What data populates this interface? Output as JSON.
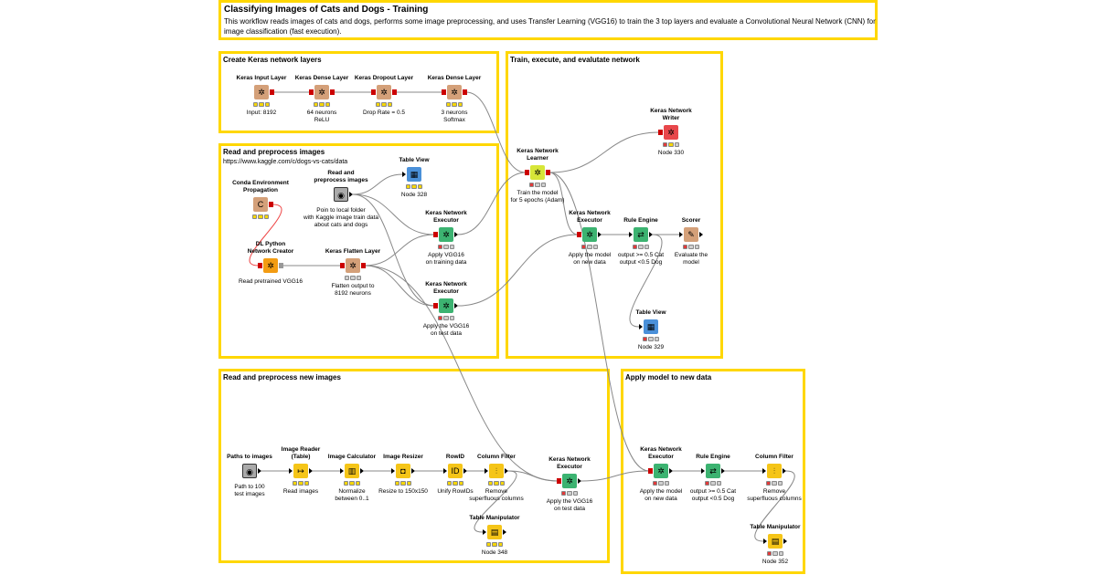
{
  "header": {
    "title": "Classifying Images of Cats and Dogs - Training",
    "description": "This workflow reads images of cats and dogs, performs some image preprocessing, and uses Transfer Learning (VGG16) to train the 3 top layers and evaluate a Convolutional Neural Network (CNN) for image classification (fast execution)."
  },
  "sections": {
    "create_layers": "Create Keras network layers",
    "read_preprocess": "Read and preprocess images",
    "read_preprocess_url": "https://www.kaggle.com/c/dogs-vs-cats/data",
    "train": "Train, execute, and evalutate network",
    "read_new": "Read and preprocess new images",
    "apply_model": "Apply model to new data"
  },
  "colors": {
    "annotation_border": "#ffd700",
    "keras_layer": "#d4a079",
    "learner": "#d7e638",
    "executor": "#3cb371",
    "writer": "#e8474b",
    "table_view": "#4a90d9",
    "source": "#aaaaaa",
    "manipulator": "#f5c518",
    "python_creator": "#f39c12",
    "conda": "#d4a079",
    "port_red": "#cc0000"
  },
  "nodes": [
    {
      "id": "input_layer",
      "title": "Keras Input Layer",
      "caption": "Input: 8192",
      "icon": "keras-icon",
      "kind": "keras_layer",
      "status": [
        "yellow",
        "yellow",
        "yellow"
      ],
      "in": "none",
      "out": "red"
    },
    {
      "id": "dense1",
      "title": "Keras Dense Layer",
      "caption": "64 neurons\nReLU",
      "icon": "keras-icon",
      "kind": "keras_layer",
      "status": [
        "yellow",
        "yellow",
        "yellow"
      ],
      "in": "red",
      "out": "red"
    },
    {
      "id": "dropout",
      "title": "Keras Dropout Layer",
      "caption": "Drop Rate = 0.5",
      "icon": "keras-icon",
      "kind": "keras_layer",
      "status": [
        "yellow",
        "yellow",
        "yellow"
      ],
      "in": "red",
      "out": "red"
    },
    {
      "id": "dense2",
      "title": "Keras Dense Layer",
      "caption": "3 neurons\nSoftmax",
      "icon": "keras-icon",
      "kind": "keras_layer",
      "status": [
        "yellow",
        "yellow",
        "yellow"
      ],
      "in": "red",
      "out": "red"
    },
    {
      "id": "conda",
      "title": "Conda Environment\nPropagation",
      "caption": "",
      "icon": "conda-icon",
      "kind": "conda",
      "status": [
        "yellow",
        "yellow",
        "yellow"
      ],
      "in": "none",
      "out": "red"
    },
    {
      "id": "read_pre",
      "title": "Read and\npreprocess images",
      "caption": "Poin to local folder\nwith Kaggle image train data\nabout cats and dogs",
      "icon": "metanode-icon",
      "kind": "source",
      "status": [],
      "in": "none",
      "out": "tri"
    },
    {
      "id": "table328",
      "title": "Table View",
      "caption": "Node 328",
      "icon": "table-icon",
      "kind": "table_view",
      "status": [
        "yellow",
        "yellow",
        "yellow"
      ],
      "in": "tri",
      "out": "none"
    },
    {
      "id": "dl_python",
      "title": "DL Python\nNetwork Creator",
      "caption": "Read pretrained VGG16",
      "icon": "keras-icon",
      "kind": "python_creator",
      "status": [],
      "in": "red",
      "out": "gray"
    },
    {
      "id": "flatten",
      "title": "Keras Flatten Layer",
      "caption": "Flatten output to\n8192 neurons",
      "icon": "keras-icon",
      "kind": "keras_layer",
      "status": [
        "gray",
        "gray",
        "gray"
      ],
      "in": "red",
      "out": "red"
    },
    {
      "id": "exec_train",
      "title": "Keras Network\nExecutor",
      "caption": "Apply VGG16\non training data",
      "icon": "keras-icon",
      "kind": "executor",
      "status": [
        "red",
        "gray",
        "gray"
      ],
      "in": "red",
      "out": "tri"
    },
    {
      "id": "exec_test",
      "title": "Keras Network\nExecutor",
      "caption": "Apply the VGG16\non test data",
      "icon": "keras-icon",
      "kind": "executor",
      "status": [
        "red",
        "gray",
        "gray"
      ],
      "in": "red",
      "out": "tri"
    },
    {
      "id": "learner",
      "title": "Keras Network\nLearner",
      "caption": "Train the model\nfor 5 epochs (Adam)",
      "icon": "keras-icon",
      "kind": "learner",
      "status": [
        "red",
        "gray",
        "gray"
      ],
      "in": "red",
      "out": "red"
    },
    {
      "id": "writer",
      "title": "Keras Network\nWriter",
      "caption": "Node 330",
      "icon": "keras-icon",
      "kind": "writer",
      "status": [
        "red",
        "yellow",
        "gray"
      ],
      "in": "red",
      "out": "none"
    },
    {
      "id": "exec_new1",
      "title": "Keras Network\nExecutor",
      "caption": "Apply the model\non new data",
      "icon": "keras-icon",
      "kind": "executor",
      "status": [
        "red",
        "gray",
        "gray"
      ],
      "in": "red",
      "out": "tri"
    },
    {
      "id": "rule1",
      "title": "Rule Engine",
      "caption": "output >= 0.5 Cat\noutput <0.5 Dog",
      "icon": "rule-icon",
      "kind": "executor",
      "status": [
        "red",
        "gray",
        "gray"
      ],
      "in": "tri",
      "out": "tri"
    },
    {
      "id": "scorer",
      "title": "Scorer",
      "caption": "Evaluate the\nmodel",
      "icon": "scorer-icon",
      "kind": "keras_layer",
      "status": [
        "red",
        "gray",
        "gray"
      ],
      "in": "tri",
      "out": "tri"
    },
    {
      "id": "table329",
      "title": "Table View",
      "caption": "Node 329",
      "icon": "table-icon",
      "kind": "table_view",
      "status": [
        "red",
        "gray",
        "gray"
      ],
      "in": "tri",
      "out": "none"
    },
    {
      "id": "paths",
      "title": "Paths to images",
      "caption": "Path to 100\ntest images",
      "icon": "metanode-icon",
      "kind": "source",
      "status": [],
      "in": "none",
      "out": "tri"
    },
    {
      "id": "img_reader",
      "title": "Image Reader\n(Table)",
      "caption": "Read images",
      "icon": "reader-icon",
      "kind": "manipulator",
      "status": [
        "yellow",
        "yellow",
        "yellow"
      ],
      "in": "tri",
      "out": "tri"
    },
    {
      "id": "img_calc",
      "title": "Image Calculator",
      "caption": "Normalize\nbetween 0..1",
      "icon": "calculator-icon",
      "kind": "manipulator",
      "status": [
        "yellow",
        "yellow",
        "yellow"
      ],
      "in": "tri",
      "out": "tri"
    },
    {
      "id": "img_resize",
      "title": "Image Resizer",
      "caption": "Resize to 150x150",
      "icon": "resizer-icon",
      "kind": "manipulator",
      "status": [
        "yellow",
        "yellow",
        "yellow"
      ],
      "in": "tri",
      "out": "tri"
    },
    {
      "id": "rowid",
      "title": "RowID",
      "caption": "Unify RowIDs",
      "icon": "rowid-icon",
      "kind": "manipulator",
      "status": [
        "yellow",
        "yellow",
        "yellow"
      ],
      "in": "tri",
      "out": "tri"
    },
    {
      "id": "colfilter1",
      "title": "Column Filter",
      "caption": "Remove\nsuperfluous  columns",
      "icon": "filter-icon",
      "kind": "manipulator",
      "status": [
        "yellow",
        "yellow",
        "yellow"
      ],
      "in": "tri",
      "out": "tri"
    },
    {
      "id": "table_manip1",
      "title": "Table Manipulator",
      "caption": "Node 348",
      "icon": "manipulator-icon",
      "kind": "manipulator",
      "status": [
        "yellow",
        "yellow",
        "yellow"
      ],
      "in": "tri",
      "out": "tri"
    },
    {
      "id": "exec_test2",
      "title": "Keras Network\nExecutor",
      "caption": "Apply the VGG16\non test data",
      "icon": "keras-icon",
      "kind": "executor",
      "status": [
        "red",
        "gray",
        "gray"
      ],
      "in": "red",
      "out": "tri"
    },
    {
      "id": "exec_new2",
      "title": "Keras Network\nExecutor",
      "caption": "Apply the model\non new data",
      "icon": "keras-icon",
      "kind": "executor",
      "status": [
        "red",
        "gray",
        "gray"
      ],
      "in": "red",
      "out": "tri"
    },
    {
      "id": "rule2",
      "title": "Rule Engine",
      "caption": "output >= 0.5 Cat\noutput <0.5 Dog",
      "icon": "rule-icon",
      "kind": "executor",
      "status": [
        "red",
        "gray",
        "gray"
      ],
      "in": "tri",
      "out": "tri"
    },
    {
      "id": "colfilter2",
      "title": "Column Filter",
      "caption": "Remove\nsuperfluous  columns",
      "icon": "filter-icon",
      "kind": "manipulator",
      "status": [
        "red",
        "gray",
        "gray"
      ],
      "in": "tri",
      "out": "tri"
    },
    {
      "id": "table_manip2",
      "title": "Table Manipulator",
      "caption": "Node 352",
      "icon": "manipulator-icon",
      "kind": "manipulator",
      "status": [
        "red",
        "gray",
        "gray"
      ],
      "in": "tri",
      "out": "tri"
    }
  ],
  "connections": [
    [
      "input_layer",
      "dense1"
    ],
    [
      "dense1",
      "dropout"
    ],
    [
      "dropout",
      "dense2"
    ],
    [
      "dense2",
      "learner"
    ],
    [
      "conda",
      "dl_python"
    ],
    [
      "dl_python",
      "flatten"
    ],
    [
      "flatten",
      "exec_train"
    ],
    [
      "flatten",
      "exec_test"
    ],
    [
      "read_pre",
      "table328"
    ],
    [
      "read_pre",
      "exec_train"
    ],
    [
      "read_pre",
      "exec_test"
    ],
    [
      "exec_train",
      "learner"
    ],
    [
      "learner",
      "writer"
    ],
    [
      "learner",
      "exec_new1"
    ],
    [
      "exec_test",
      "exec_new1"
    ],
    [
      "exec_new1",
      "rule1"
    ],
    [
      "rule1",
      "scorer"
    ],
    [
      "rule1",
      "table329"
    ],
    [
      "paths",
      "img_reader"
    ],
    [
      "img_reader",
      "img_calc"
    ],
    [
      "img_calc",
      "img_resize"
    ],
    [
      "img_resize",
      "rowid"
    ],
    [
      "rowid",
      "colfilter1"
    ],
    [
      "colfilter1",
      "exec_test2"
    ],
    [
      "colfilter1",
      "table_manip1"
    ],
    [
      "flatten",
      "exec_test2"
    ],
    [
      "learner",
      "exec_new2"
    ],
    [
      "exec_test2",
      "exec_new2"
    ],
    [
      "exec_new2",
      "rule2"
    ],
    [
      "rule2",
      "colfilter2"
    ],
    [
      "colfilter2",
      "table_manip2"
    ]
  ]
}
